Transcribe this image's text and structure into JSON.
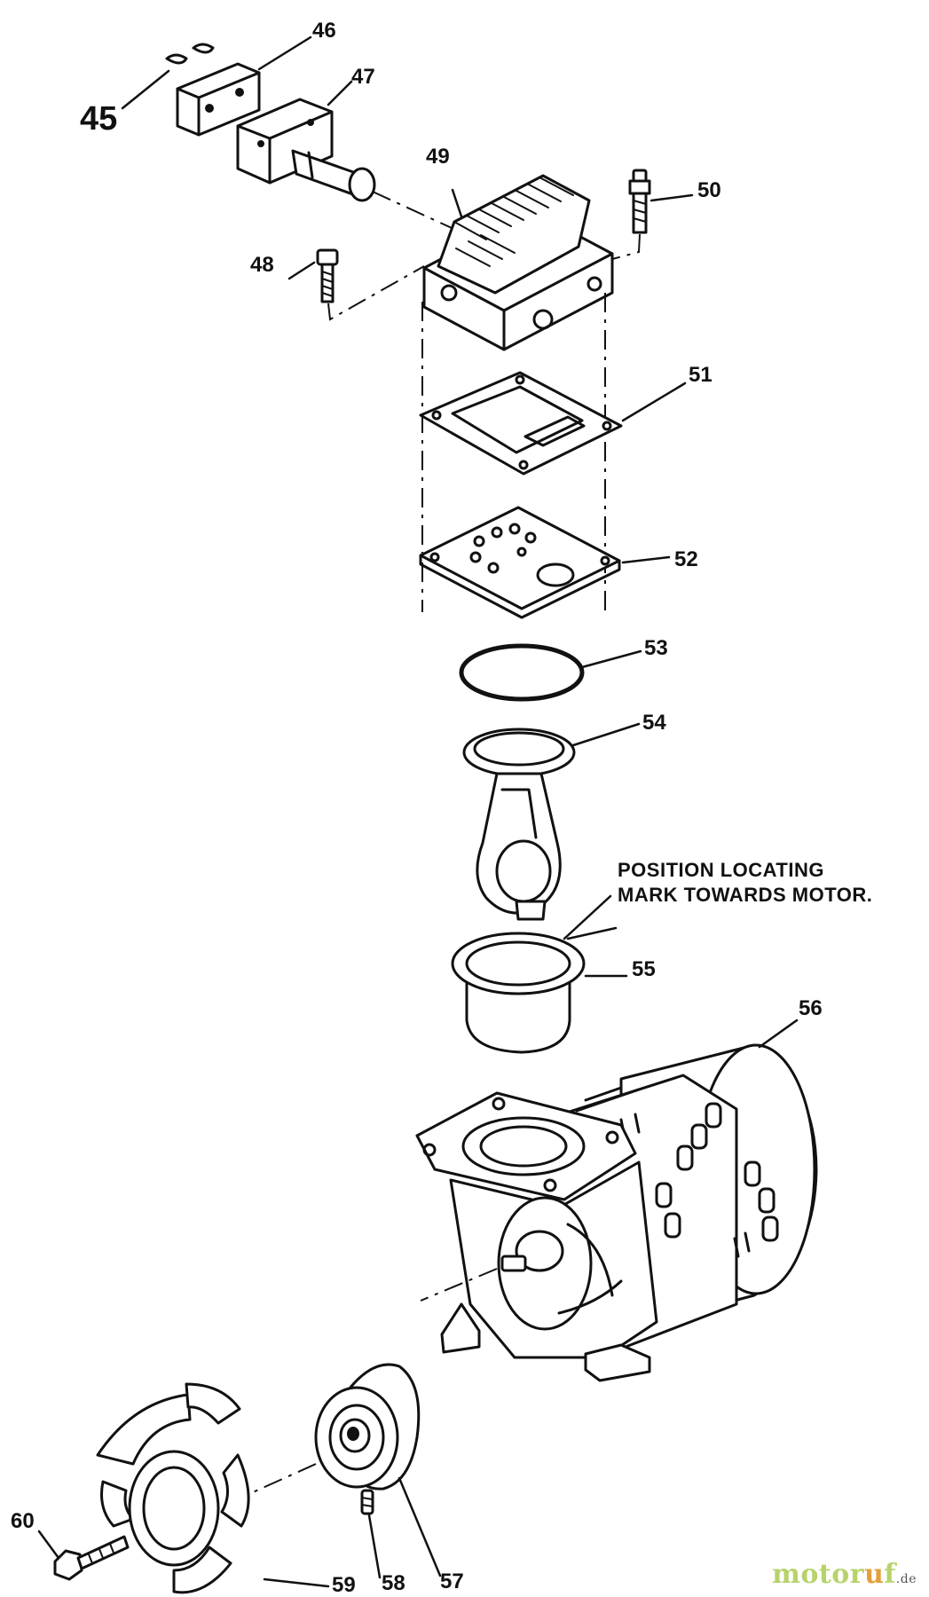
{
  "labels": {
    "p45": "45",
    "p46": "46",
    "p47": "47",
    "p48": "48",
    "p49": "49",
    "p50": "50",
    "p51": "51",
    "p52": "52",
    "p53": "53",
    "p54": "54",
    "p55": "55",
    "p56": "56",
    "p57": "57",
    "p58": "58",
    "p59": "59",
    "p60": "60"
  },
  "note": {
    "line1": "POSITION LOCATING",
    "line2": "MARK TOWARDS MOTOR."
  },
  "watermark": {
    "brand_a": "motor",
    "brand_dot": "u",
    "brand_b": "f",
    "tld": ".de"
  }
}
